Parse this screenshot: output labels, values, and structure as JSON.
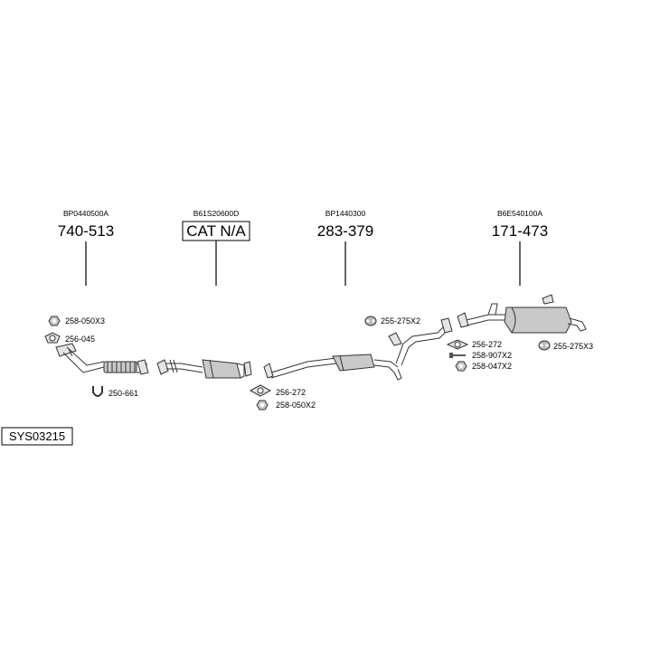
{
  "system_code": "SYS03215",
  "sections": [
    {
      "oem": "BP0440500A",
      "part": "740-513"
    },
    {
      "oem": "B61S20600D",
      "part": "CAT N/A"
    },
    {
      "oem": "BP1440300",
      "part": "283-379"
    },
    {
      "oem": "B6E540100A",
      "part": "171-473"
    }
  ],
  "fittings": {
    "nut_front": "258-050X3",
    "gasket_front": "256-045",
    "ubolt_front": "250-661",
    "gasket_cat": "256-272",
    "nut_cat": "258-050X2",
    "hanger_mid": "255-275X2",
    "gasket_rear": "256-272",
    "bolt_rear": "258-907X2",
    "nut_rear": "258-047X2",
    "hanger_rear": "255-275X3"
  },
  "icons": [
    "hex-nut-icon",
    "gasket-icon",
    "u-bolt-icon",
    "rubber-hanger-icon",
    "bolt-icon"
  ]
}
